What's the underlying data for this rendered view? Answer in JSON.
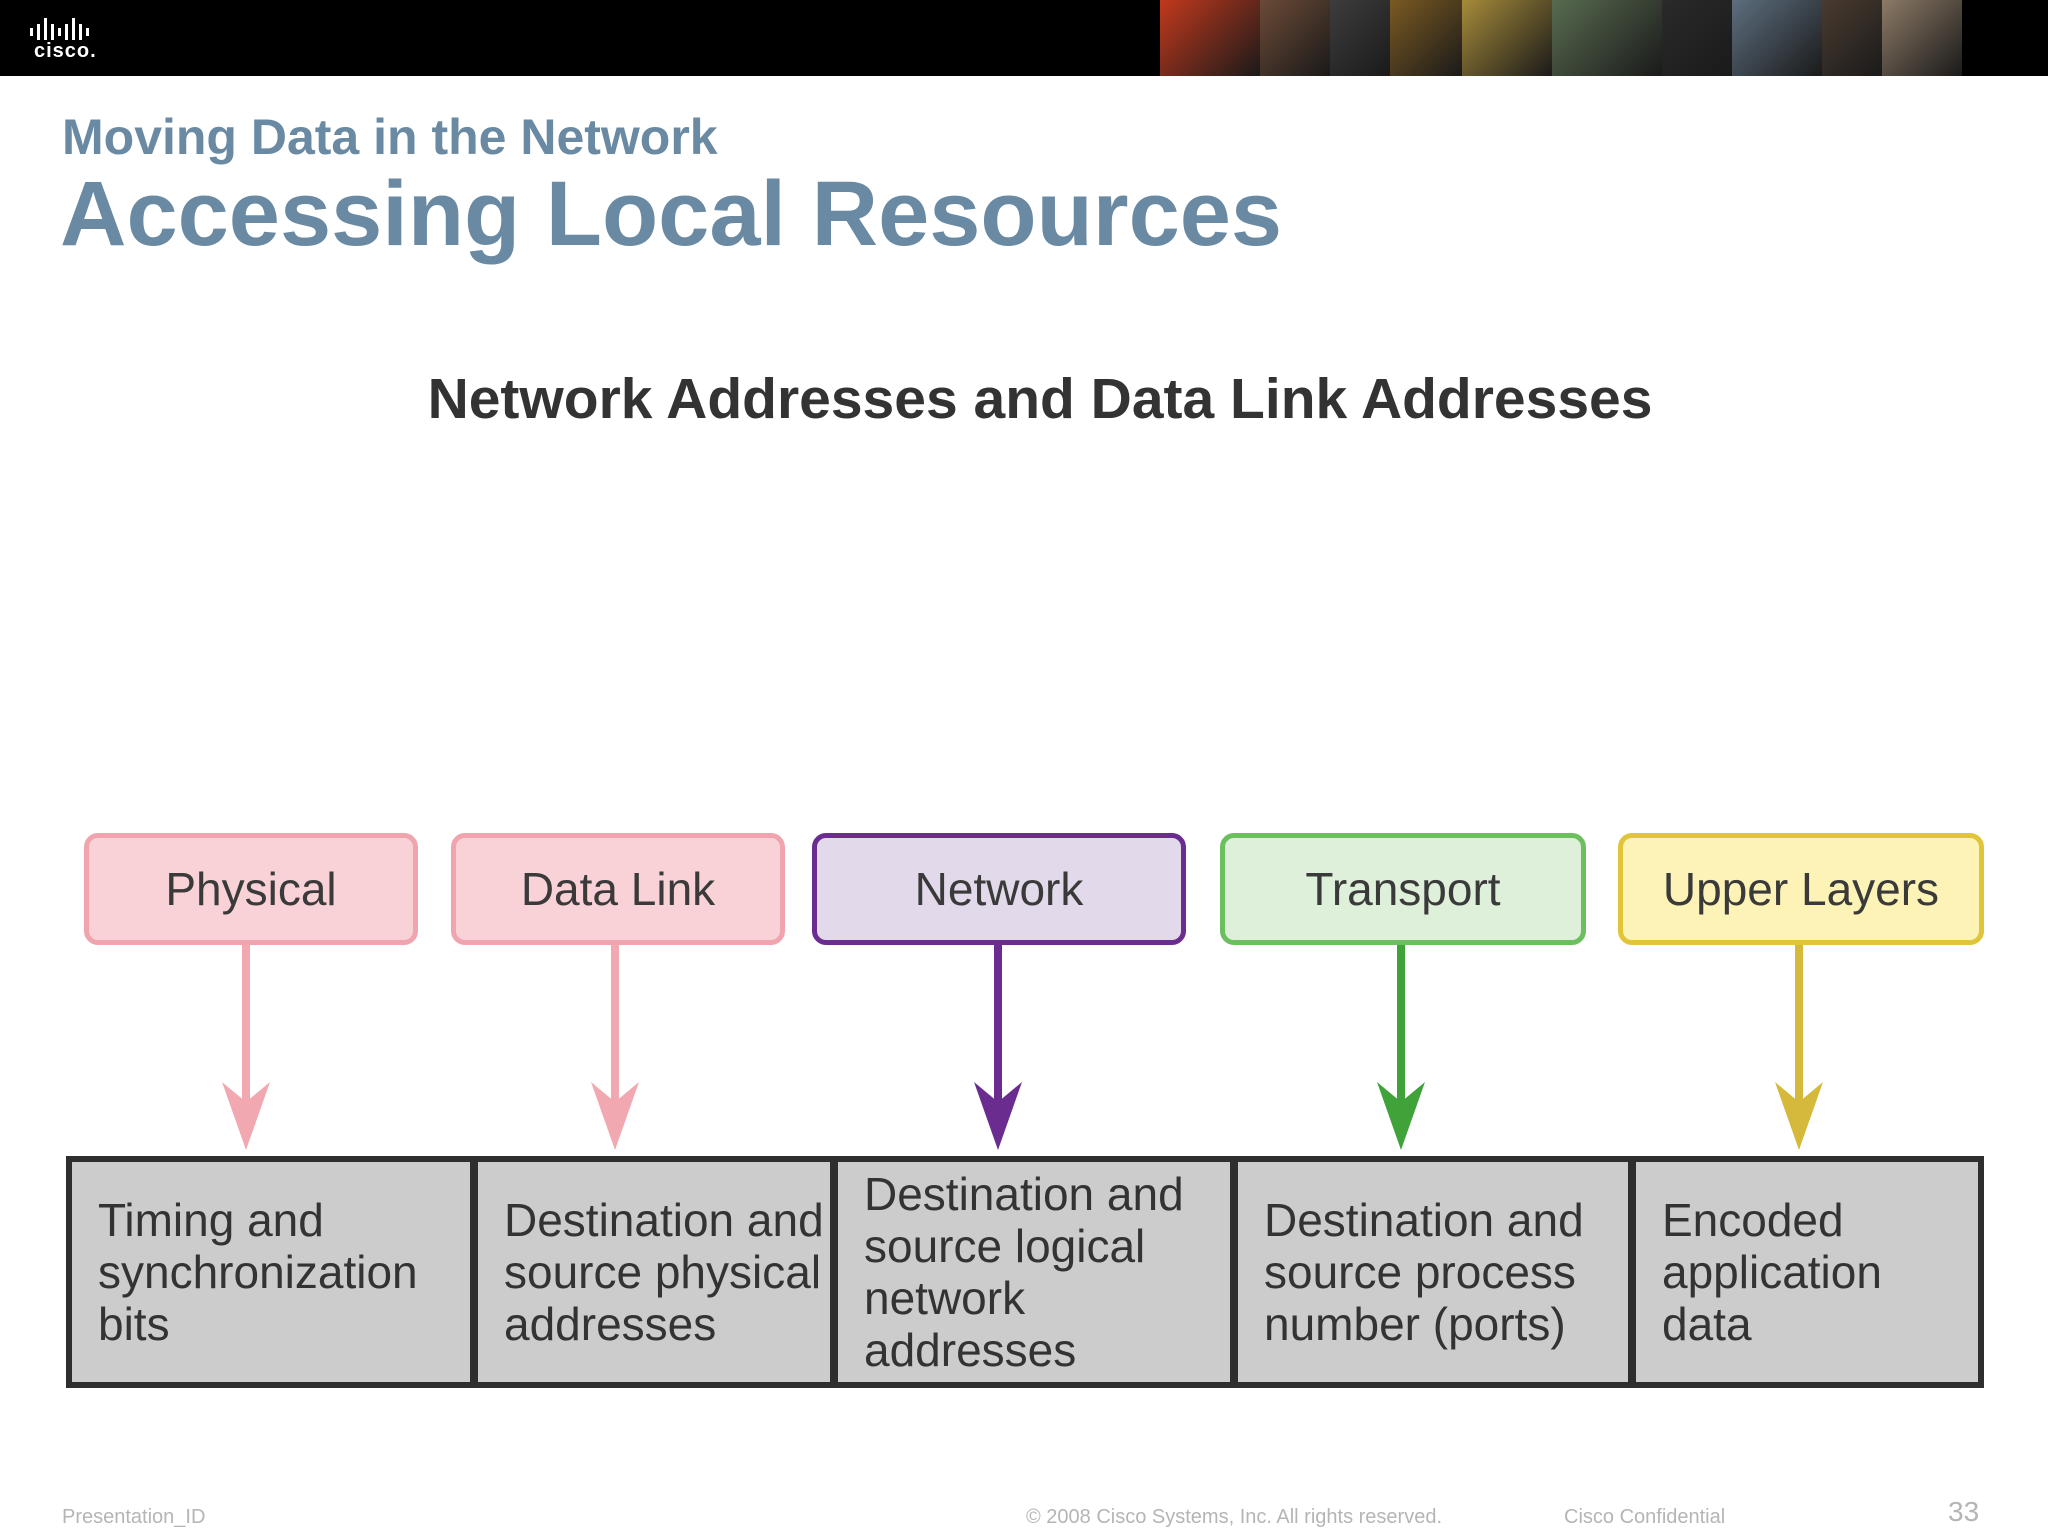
{
  "header": {
    "logo_text": "cisco.",
    "photos": [
      "#c1391c",
      "#6b4a36",
      "#3d3d3d",
      "#7a5a22",
      "#a68b3a",
      "#586b50",
      "#2a2a2a",
      "#5d6e7e",
      "#4a3b30",
      "#8c7a66"
    ]
  },
  "slide": {
    "subtitle": "Moving Data in the Network",
    "title": "Accessing Local Resources"
  },
  "diagram": {
    "title": "Network Addresses and Data Link Addresses",
    "layers": [
      {
        "label": "Physical",
        "fill": "#f9d2d8",
        "stroke": "#f0a4ad",
        "arrow": "#f2a8b0",
        "description": "Timing and synchronization bits"
      },
      {
        "label": "Data Link",
        "fill": "#f9d2d8",
        "stroke": "#f0a4ad",
        "arrow": "#f2a8b0",
        "description": "Destination and source physical addresses"
      },
      {
        "label": "Network",
        "fill": "#e2d9ea",
        "stroke": "#6a2c8f",
        "arrow": "#6a2c8f",
        "description": "Destination and source logical network addresses"
      },
      {
        "label": "Transport",
        "fill": "#def0da",
        "stroke": "#6cbf5f",
        "arrow": "#3fa33a",
        "description": "Destination and source process number (ports)"
      },
      {
        "label": "Upper Layers",
        "fill": "#fdf3b6",
        "stroke": "#e0c43a",
        "arrow": "#d4b93a",
        "description": "Encoded application data"
      }
    ]
  },
  "footer": {
    "presentation_id": "Presentation_ID",
    "copyright": "© 2008 Cisco Systems, Inc. All rights reserved.",
    "confidential": "Cisco Confidential",
    "page_number": "33"
  }
}
